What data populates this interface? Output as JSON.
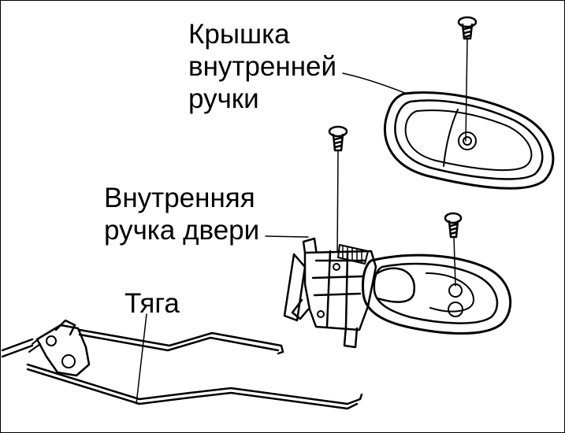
{
  "labels": {
    "cover": [
      "Крышка",
      "внутренней",
      "ручки"
    ],
    "handle": [
      "Внутренняя",
      "ручка двери"
    ],
    "rod": [
      "Тяга"
    ]
  },
  "colors": {
    "ink": "#000000",
    "paper": "#ffffff"
  }
}
